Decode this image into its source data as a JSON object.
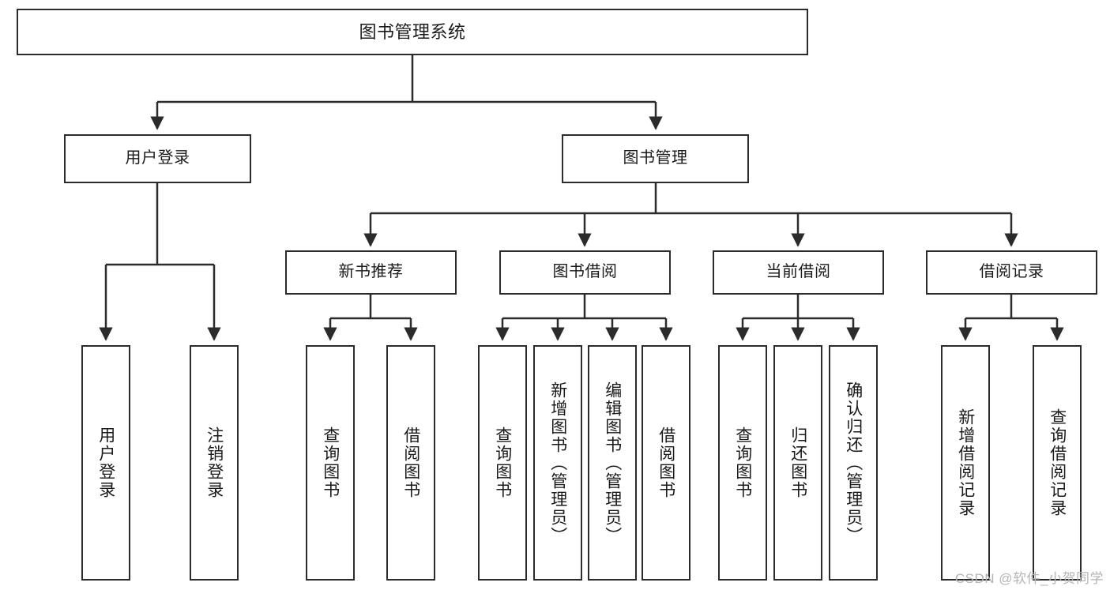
{
  "diagram": {
    "title_node": {
      "label": "图书管理系统"
    },
    "level2": [
      {
        "label": "用户登录"
      },
      {
        "label": "图书管理"
      }
    ],
    "level3": [
      {
        "label": "新书推荐"
      },
      {
        "label": "图书借阅"
      },
      {
        "label": "当前借阅"
      },
      {
        "label": "借阅记录"
      }
    ],
    "leaves": {
      "user_login": [
        {
          "label": "用户登录"
        },
        {
          "label": "注销登录"
        }
      ],
      "new_book_recommend": [
        {
          "label": "查询图书"
        },
        {
          "label": "借阅图书"
        }
      ],
      "book_borrow": [
        {
          "label": "查询图书"
        },
        {
          "label": "新增图书（管理员）"
        },
        {
          "label": "编辑图书（管理员）"
        },
        {
          "label": "借阅图书"
        }
      ],
      "current_borrow": [
        {
          "label": "查询图书"
        },
        {
          "label": "归还图书"
        },
        {
          "label": "确认归还（管理员）"
        }
      ],
      "borrow_record": [
        {
          "label": "新增借阅记录"
        },
        {
          "label": "查询借阅记录"
        }
      ]
    },
    "watermark": {
      "text": "CSDN @软件_小贺同学"
    },
    "colors": {
      "stroke": "#2b2b2b",
      "fill": "#ffffff",
      "text": "#1a1a1a",
      "watermark": "#b4b4b4"
    }
  }
}
